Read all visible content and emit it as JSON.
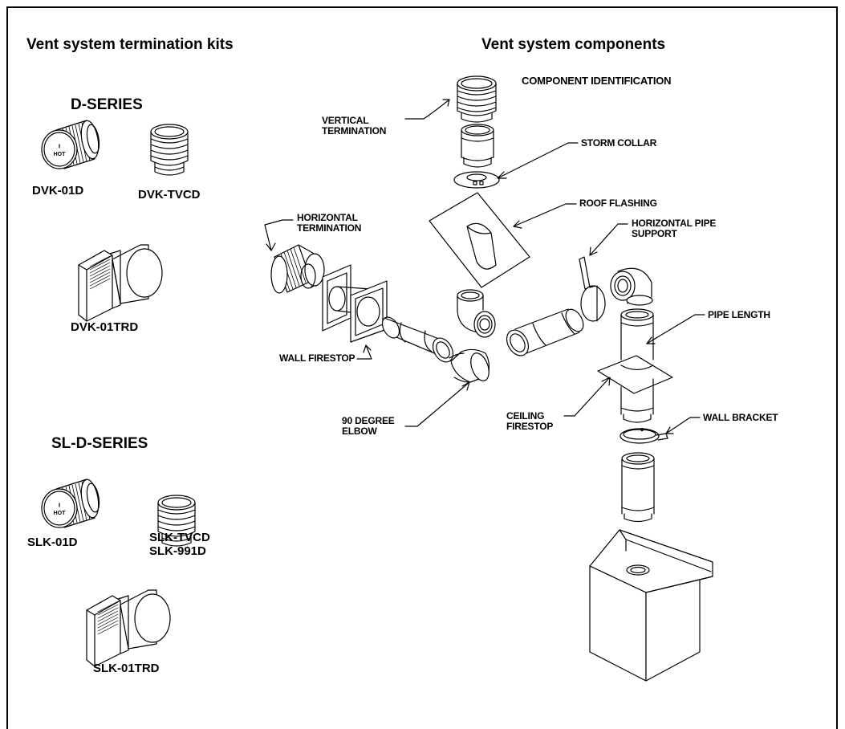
{
  "headings": {
    "left": "Vent system termination kits",
    "right": "Vent system components",
    "component_id": "COMPONENT IDENTIFICATION"
  },
  "series": {
    "d": "D-SERIES",
    "sld": "SL-D-SERIES"
  },
  "kits": {
    "dvk01d": "DVK-01D",
    "dvktvcd": "DVK-TVCD",
    "dvk01trd": "DVK-01TRD",
    "slk01d": "SLK-01D",
    "slktvcd": "SLK-TVCD\nSLK-991D",
    "slk01trd": "SLK-01TRD"
  },
  "components": {
    "vertical_termination": "VERTICAL\nTERMINATION",
    "storm_collar": "STORM COLLAR",
    "roof_flashing": "ROOF FLASHING",
    "horizontal_pipe_support": "HORIZONTAL PIPE\nSUPPORT",
    "horizontal_termination": "HORIZONTAL\nTERMINATION",
    "pipe_length": "PIPE LENGTH",
    "wall_firestop": "WALL FIRESTOP",
    "ceiling_firestop": "CEILING\nFIRESTOP",
    "wall_bracket": "WALL BRACKET",
    "elbow_90": "90 DEGREE\nELBOW"
  },
  "cap_text": "HOT"
}
